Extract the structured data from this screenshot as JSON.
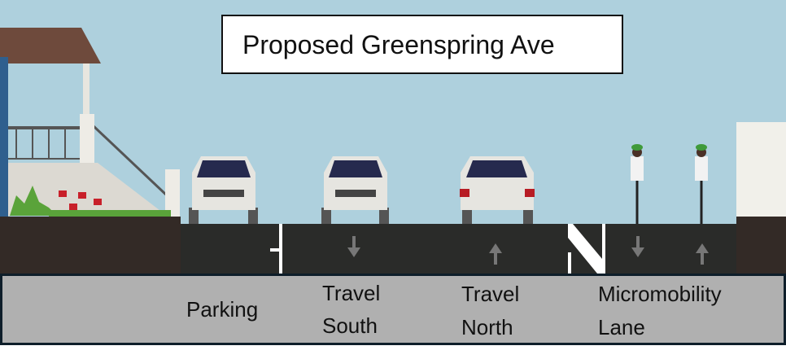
{
  "title": "Proposed Greenspring Ave",
  "labels": {
    "parking": "Parking",
    "south_1": "Travel",
    "south_2": "South",
    "north_1": "Travel",
    "north_2": "North",
    "micro_1": "Micromobility",
    "micro_2": "Lane"
  },
  "colors": {
    "sky": "#aed0dd",
    "asphalt": "#2a2b29",
    "sidewalk": "#332a26",
    "band": "#b0b0b0"
  }
}
